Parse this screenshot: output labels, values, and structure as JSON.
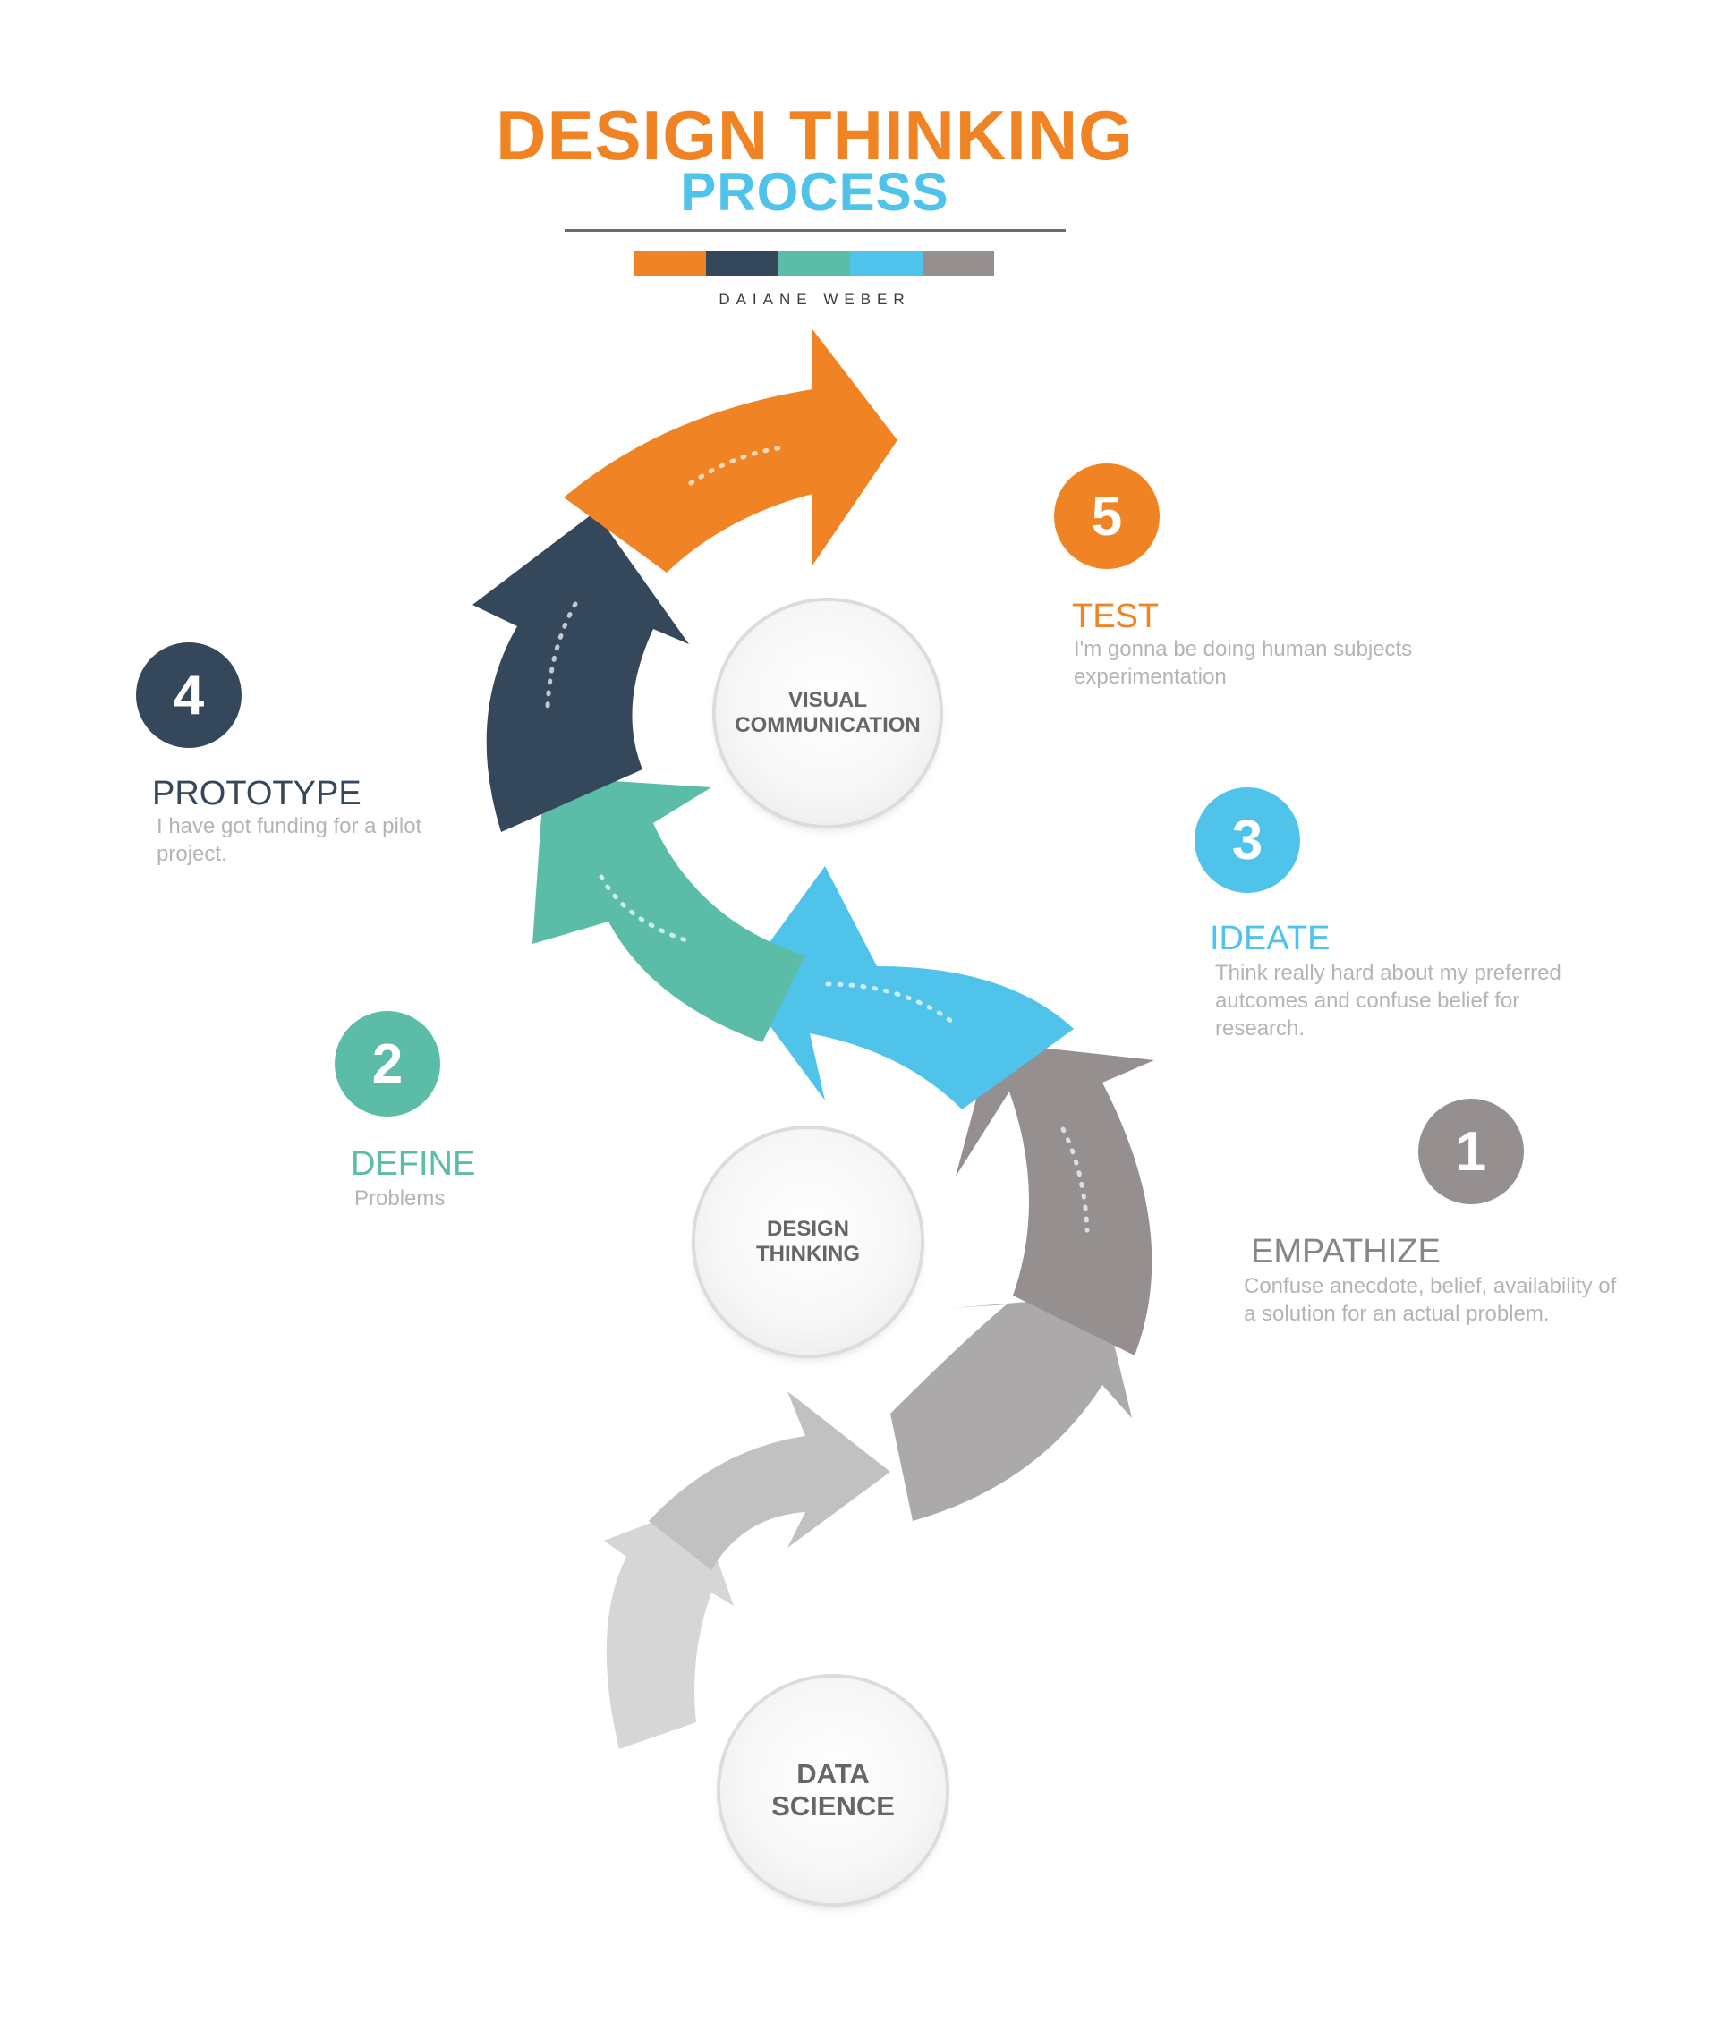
{
  "header": {
    "title": "DESIGN THINKING",
    "subtitle": "PROCESS",
    "author": "DAIANE WEBER",
    "title_color": "#f08424",
    "subtitle_color": "#4fc3ea",
    "color_strip": [
      "#f08424",
      "#35475a",
      "#5bbda8",
      "#4fc3ea",
      "#958f8f"
    ]
  },
  "stages": [
    {
      "number": "1",
      "title": "EMPATHIZE",
      "description": "Confuse anecdote, belief, availability of a solution for an actual problem.",
      "color": "#958f8f",
      "title_color": "#8a8585"
    },
    {
      "number": "2",
      "title": "DEFINE",
      "description": "Problems",
      "color": "#5bbda8",
      "title_color": "#5bbda8"
    },
    {
      "number": "3",
      "title": "IDEATE",
      "description": "Think really hard about my preferred autcomes and confuse belief for research.",
      "color": "#4fc3ea",
      "title_color": "#4fc3ea"
    },
    {
      "number": "4",
      "title": "PROTOTYPE",
      "description": "I have got funding for a pilot project.",
      "color": "#35475a",
      "title_color": "#35475a"
    },
    {
      "number": "5",
      "title": "TEST",
      "description": "I'm gonna be doing human subjects experimentation",
      "color": "#f08424",
      "title_color": "#f08424"
    }
  ],
  "hubs": [
    {
      "line1": "VISUAL",
      "line2": "COMMUNICATION"
    },
    {
      "line1": "DESIGN",
      "line2": "THINKING"
    },
    {
      "line1": "DATA",
      "line2": "SCIENCE"
    }
  ],
  "arrow_colors": {
    "tail_1": "#d6d6d6",
    "tail_2": "#c2c1c1",
    "tail_3": "#aba9a9",
    "empathize": "#958f8f",
    "ideate": "#4fc3ea",
    "define": "#5bbda8",
    "prototype": "#35475a",
    "test": "#f08424"
  }
}
